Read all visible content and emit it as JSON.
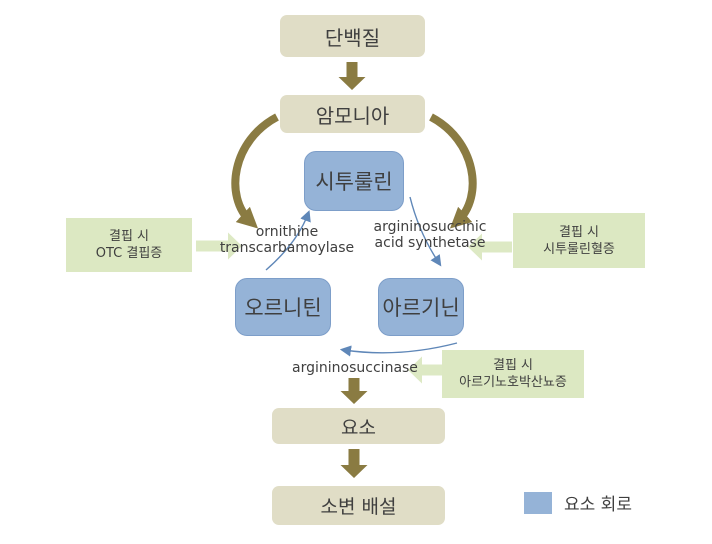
{
  "diagram_title": "urea-cycle-flowchart",
  "nodes": {
    "protein": {
      "label": "단백질"
    },
    "ammonia": {
      "label": "암모니아"
    },
    "citrulline": {
      "label": "시투룰린"
    },
    "ornithine": {
      "label": "오르니틴"
    },
    "arginine": {
      "label": "아르기닌"
    },
    "urea": {
      "label": "요소"
    },
    "urine_excretion": {
      "label": "소변 배설"
    }
  },
  "enzymes": {
    "ornithine_transcarbamoylase": {
      "line1": "ornithine",
      "line2": "transcarbamoylase"
    },
    "argininosuccinic_acid_synthetase": {
      "line1": "argininosuccinic",
      "line2": "acid synthetase"
    },
    "argininosuccinase": {
      "label": "argininosuccinase"
    }
  },
  "deficiencies": {
    "otc_deficiency": {
      "line1": "결핍 시",
      "line2": "OTC 결핍증"
    },
    "citrullinemia": {
      "line1": "결핍 시",
      "line2": "시투룰린혈증"
    },
    "argininosuccinic_aciduria": {
      "line1": "결핍 시",
      "line2": "아르기노호박산뇨증"
    }
  },
  "legend": {
    "label": "요소 회로",
    "swatch_color": "#95b3d7"
  },
  "colors": {
    "node_fill": "#e0ddc6",
    "cycle_node_fill": "#95b3d7",
    "cycle_node_border": "#7d9ec9",
    "deficiency_fill": "#dce8c2",
    "block_arrow_olive": "#8a7b42",
    "thin_arrow_blue": "#5f87b8",
    "text": "#3f3f3f",
    "background": "#ffffff"
  }
}
